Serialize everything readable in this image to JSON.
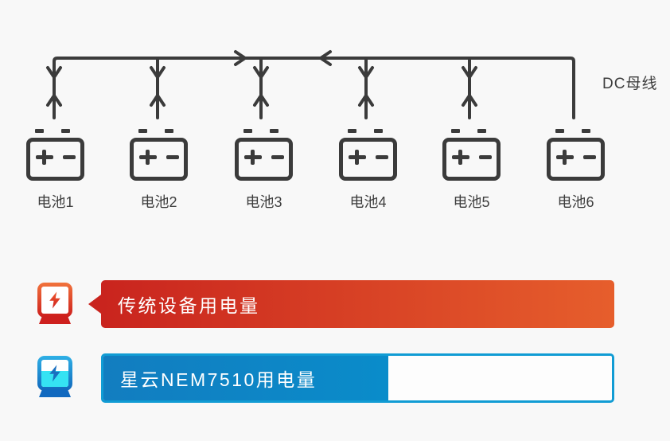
{
  "diagram": {
    "bus_label": "DC母线",
    "batteries": [
      {
        "label": "电池1"
      },
      {
        "label": "电池2"
      },
      {
        "label": "电池3"
      },
      {
        "label": "电池4"
      },
      {
        "label": "电池5"
      },
      {
        "label": "电池6"
      }
    ],
    "bus_arrows": [
      "right",
      "left"
    ]
  },
  "comparison": {
    "rows": [
      {
        "label": "传统设备用电量",
        "fill_percent": 100,
        "icon": "power-meter-red-icon",
        "bar_color_start": "#c9241e",
        "bar_color_end": "#e65e2c"
      },
      {
        "label": "星云NEM7510用电量",
        "fill_percent": 56,
        "icon": "power-meter-blue-icon",
        "bar_color_start": "#127dc0",
        "bar_color_end": "#0a8cca",
        "border_color": "#119cd4"
      }
    ]
  },
  "colors": {
    "background": "#f8f8f8",
    "line": "#3b3b3b",
    "label_text": "#3d3d3d",
    "bar_text": "#ffffff",
    "cyan_liquid": "#35e3f3"
  }
}
